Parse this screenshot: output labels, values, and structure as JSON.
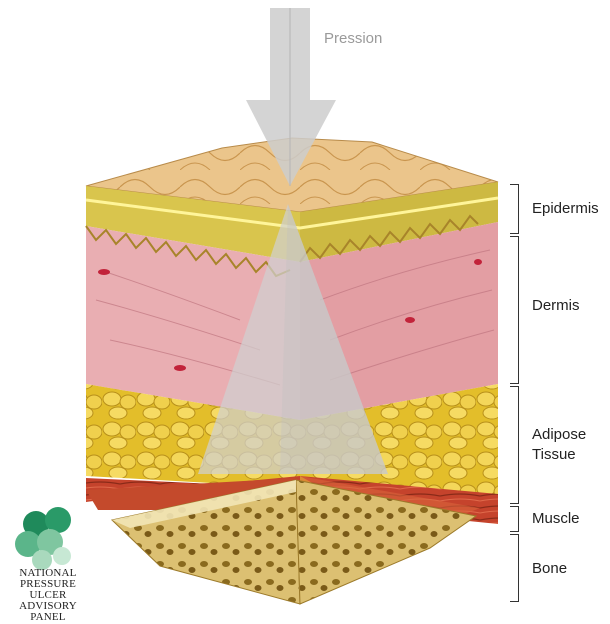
{
  "pressure_label": "Pression",
  "layers": [
    {
      "key": "epidermis",
      "label": "Epidermis"
    },
    {
      "key": "dermis",
      "label": "Dermis"
    },
    {
      "key": "adipose",
      "label_line1": "Adipose",
      "label_line2": "Tissue"
    },
    {
      "key": "muscle",
      "label": "Muscle"
    },
    {
      "key": "bone",
      "label": "Bone"
    }
  ],
  "logo": {
    "lines": [
      "NATIONAL",
      "PRESSURE",
      "ULCER",
      "ADVISORY",
      "PANEL"
    ],
    "colors": [
      "#1f8a5b",
      "#5bb58a",
      "#9fd3b5"
    ]
  },
  "colors": {
    "skin_top": "#e8c184",
    "epidermis": "#d9c54d",
    "dermis": "#e8aeb1",
    "adipose": "#e6c433",
    "muscle": "#c0412b",
    "bone": "#d9b866",
    "pressure_arrow": "#c8c8c8"
  }
}
